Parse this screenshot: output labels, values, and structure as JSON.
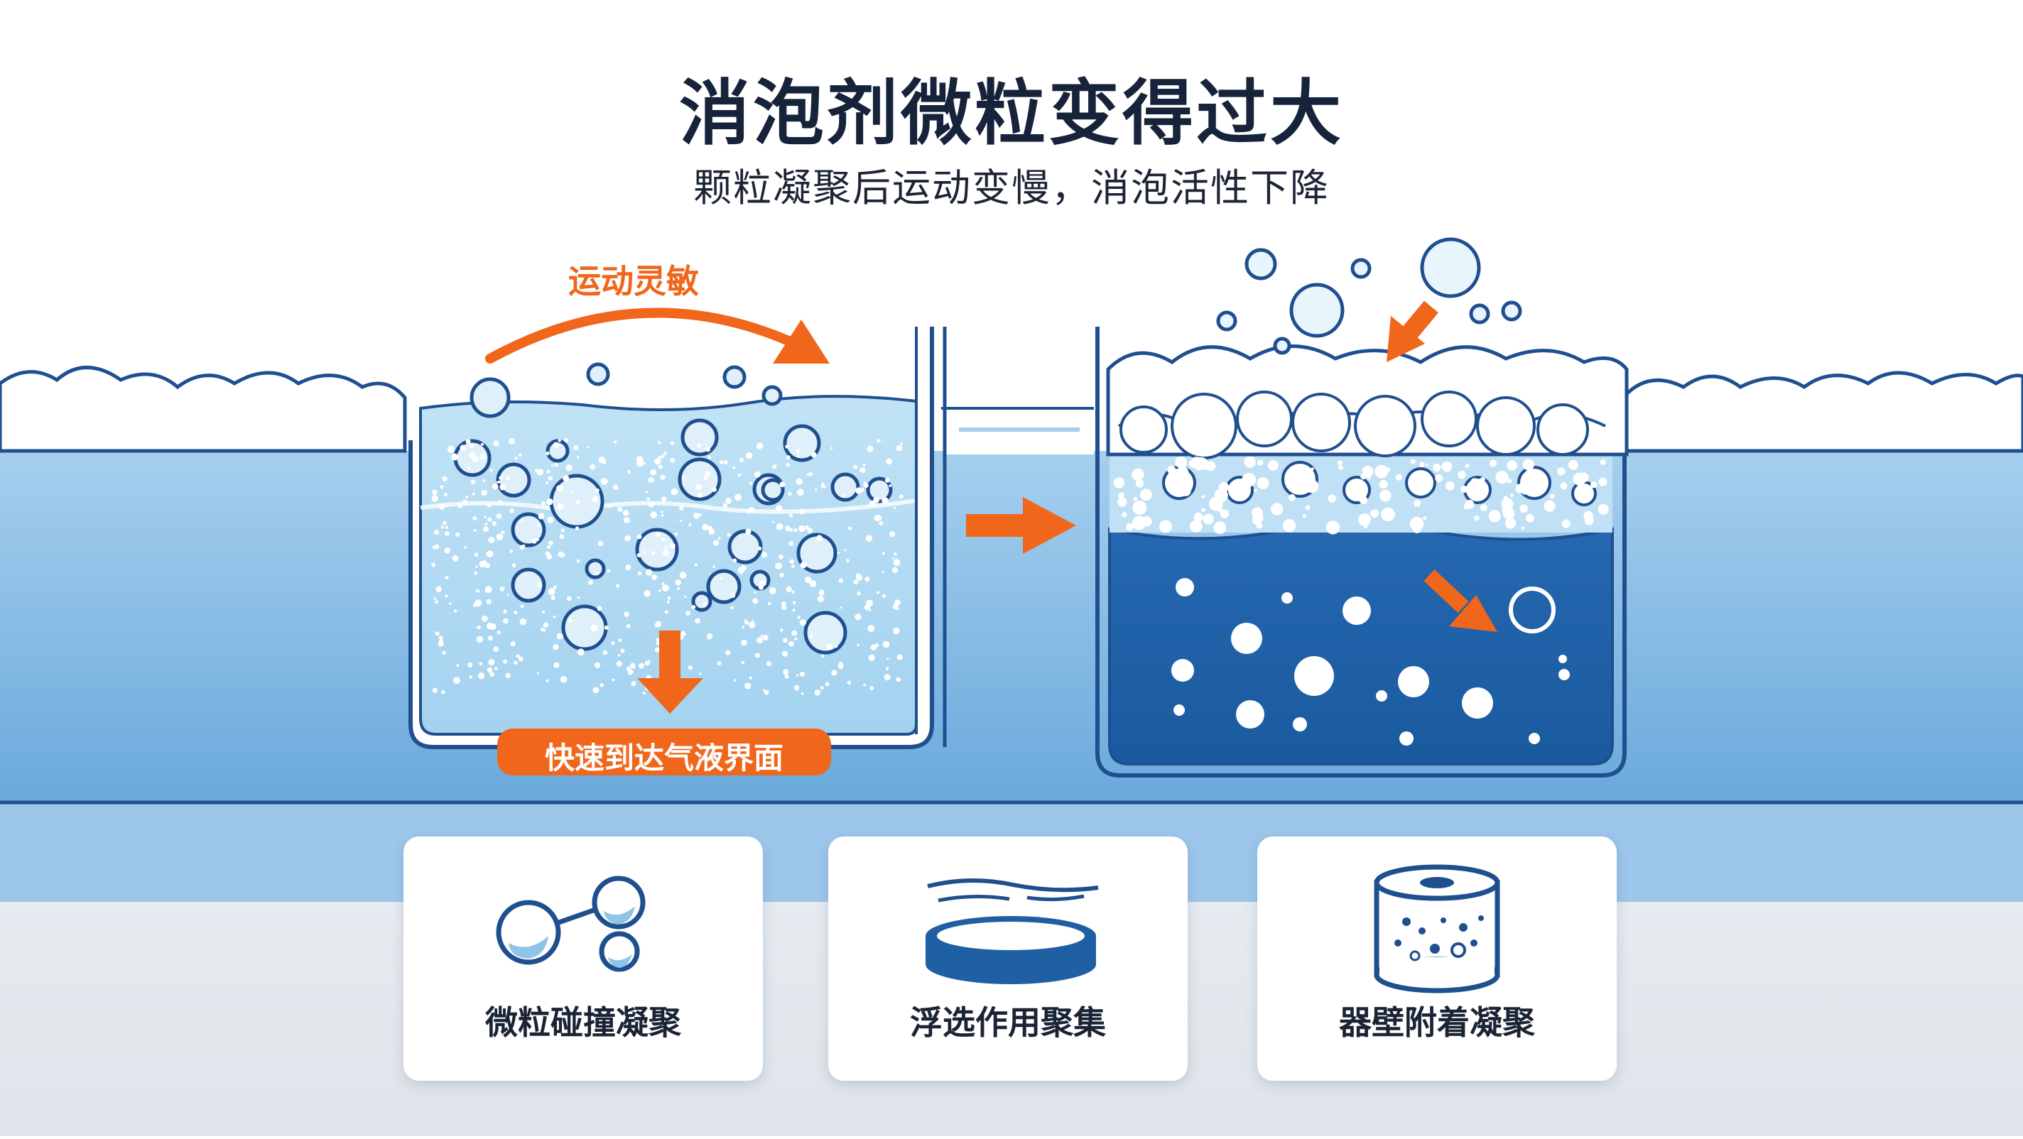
{
  "header": {
    "title": "消泡剂微粒变得过大",
    "subtitle": "颗粒凝聚后运动变慢，消泡活性下降"
  },
  "left_tank": {
    "arc_label": "运动灵敏",
    "bottom_label": "快速到达气液界面"
  },
  "cards": [
    {
      "label": "微粒碰撞凝聚",
      "icon": "bubble-cluster-icon"
    },
    {
      "label": "浮选作用聚集",
      "icon": "flotation-dish-icon"
    },
    {
      "label": "器壁附着凝聚",
      "icon": "wall-cylinder-icon"
    }
  ],
  "colors": {
    "accent_orange": "#f0661a",
    "outline_blue": "#1f4f8f",
    "light_water": "#a9d5f0",
    "deep_water": "#1c5fa8",
    "band_blue": "#84b8e0"
  }
}
